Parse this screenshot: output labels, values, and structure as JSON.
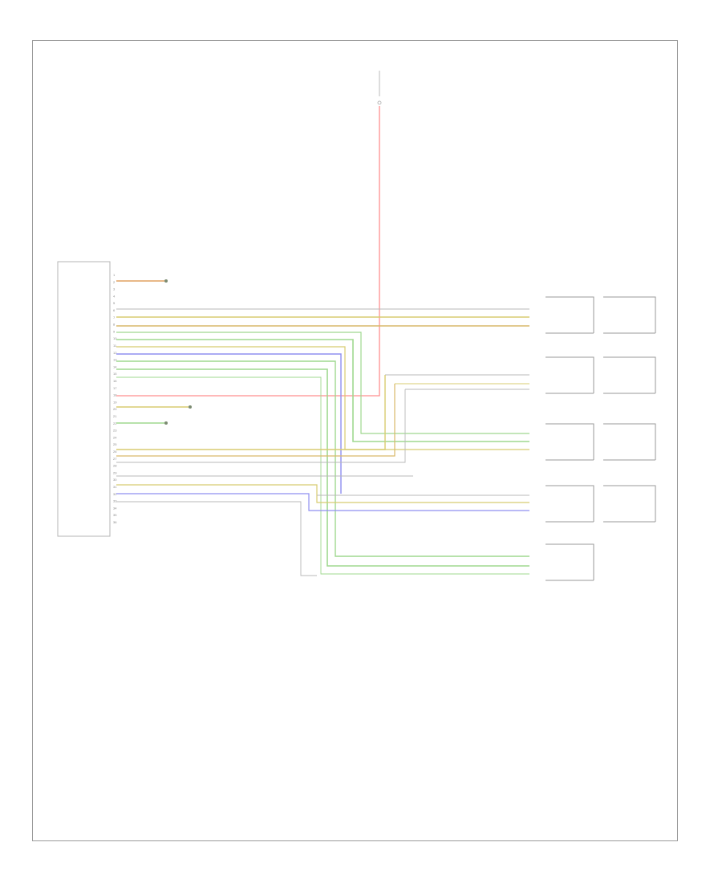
{
  "footer_code": "",
  "top_source": {
    "title_line1": "",
    "title_line2": "",
    "fuse_note": "",
    "right_note_lines": [
      "",
      "",
      "",
      ""
    ],
    "fuse_label": "",
    "wire_label": ""
  },
  "amplifier": {
    "label_lines": [
      "",
      "",
      "",
      ""
    ],
    "pins": [
      "1",
      "2",
      "3",
      "4",
      "5",
      "6",
      "7",
      "8",
      "9",
      "10",
      "11",
      "12",
      "13",
      "14",
      "15",
      "16",
      "17",
      "18",
      "19",
      "20",
      "21",
      "22",
      "23",
      "24",
      "25",
      "26",
      "27",
      "28",
      "29",
      "30",
      "31",
      "32",
      "33",
      "34",
      "35",
      "36"
    ]
  },
  "connector_notes": {
    "top": [
      "",
      ""
    ],
    "middle": [
      "",
      "",
      ""
    ]
  },
  "speakers": [
    {
      "name": "",
      "lines": [
        "",
        "",
        ""
      ]
    },
    {
      "name": "",
      "lines": [
        "",
        "",
        ""
      ]
    },
    {
      "name": "",
      "lines": [
        "",
        "",
        ""
      ]
    },
    {
      "name": "",
      "lines": [
        "",
        "",
        ""
      ]
    },
    {
      "name": "",
      "lines": [
        "",
        "",
        ""
      ]
    },
    {
      "name": "",
      "lines": [
        "",
        "",
        ""
      ]
    },
    {
      "name": "",
      "lines": [
        "",
        "",
        ""
      ]
    },
    {
      "name": "",
      "lines": [
        "",
        "",
        ""
      ]
    }
  ],
  "wire_colors": {
    "red": "#ff8f8f",
    "yellow": "#d8cc70",
    "green": "#9fd88f",
    "blue": "#8f8ff0",
    "gray": "#b8b8b8",
    "tan": "#d9b96a",
    "orange": "#e0a060"
  }
}
